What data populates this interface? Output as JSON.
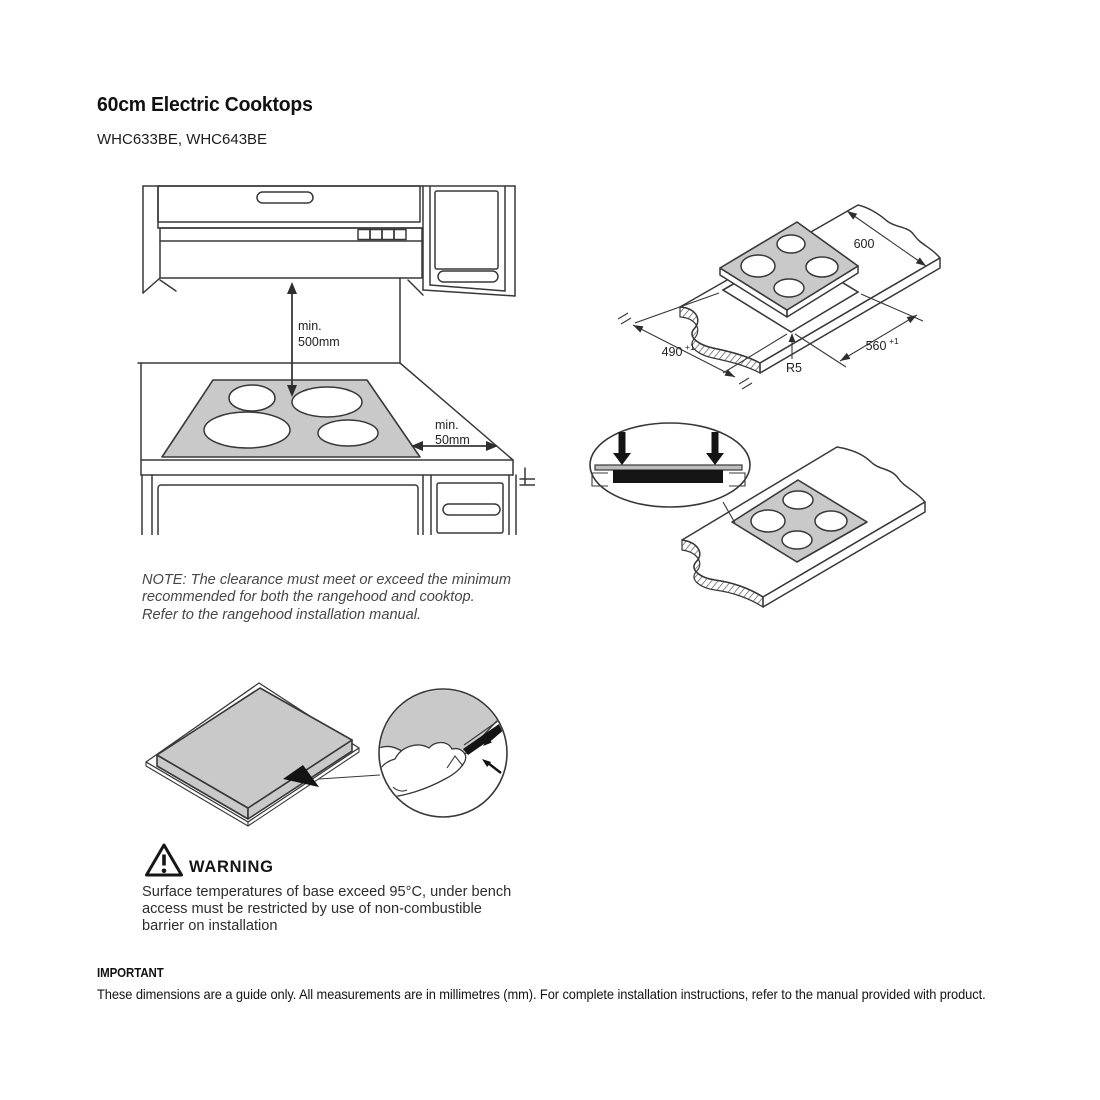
{
  "page": {
    "title": "60cm Electric Cooktops",
    "models": "WHC633BE, WHC643BE"
  },
  "clearance_diagram": {
    "hood_clearance_label_line1": "min.",
    "hood_clearance_label_line2": "500mm",
    "side_clearance_label_line1": "min.",
    "side_clearance_label_line2": "50mm"
  },
  "cutout_diagram": {
    "counter_width": "600",
    "cutout_width": "560",
    "cutout_width_tolerance": "+1",
    "cutout_depth": "490",
    "cutout_depth_tolerance": "+1",
    "corner_radius": "R5"
  },
  "note_lines": [
    "NOTE: The clearance must meet or exceed the minimum",
    "recommended for both the rangehood and cooktop.",
    "Refer to the rangehood installation manual."
  ],
  "warning": {
    "title": "WARNING",
    "icon": "warning-triangle-icon",
    "lines": [
      "Surface temperatures of base exceed 95°C, under bench",
      "access must be restricted by use of non-combustible",
      "barrier on installation"
    ]
  },
  "footer": {
    "heading": "IMPORTANT",
    "text": "These dimensions are a guide only. All measurements are in millimetres (mm). For complete installation instructions, refer to the manual provided with product."
  },
  "colors": {
    "line": "#383838",
    "cooktop_fill": "#c9c9c9",
    "seal_black": "#141414",
    "background": "#ffffff"
  }
}
